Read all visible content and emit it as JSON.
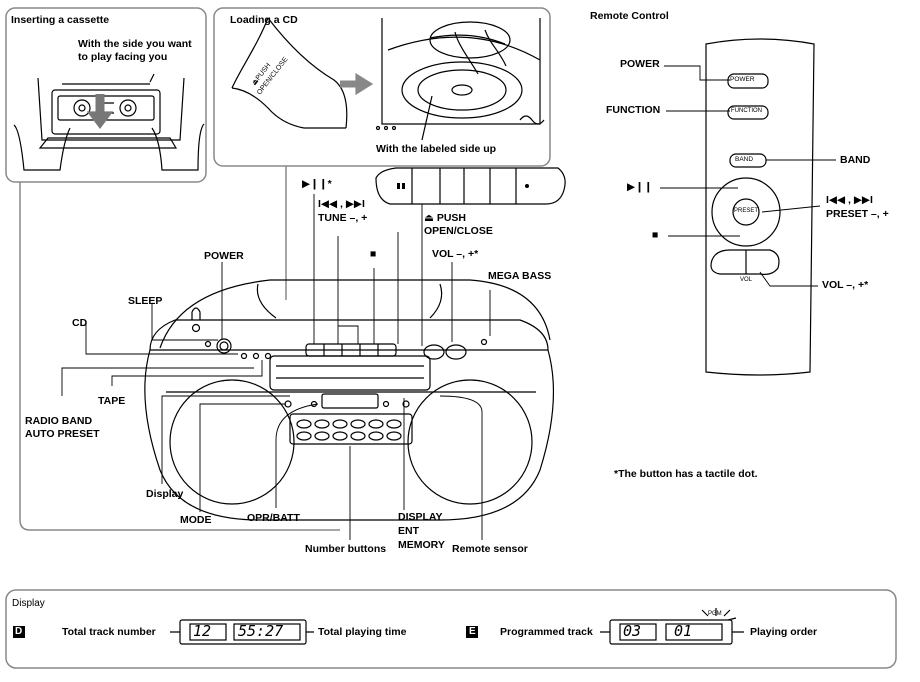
{
  "cassette": {
    "title": "Inserting a cassette",
    "line1": "With the side you want",
    "line2": "to play facing you"
  },
  "cd": {
    "title": "Loading a CD",
    "push": "⏏PUSH",
    "openclose": "OPEN/CLOSE",
    "note": "With the labeled side up"
  },
  "remote": {
    "title": "Remote Control",
    "power": "POWER",
    "function": "FUNCTION",
    "band": "BAND",
    "play": "▶❙❙",
    "skip": "I◀◀ , ▶▶I",
    "preset": "PRESET –, +",
    "stop": "■",
    "vol": "VOL –, +*",
    "btn_power": "POWER",
    "btn_function": "FUNCTION",
    "btn_band": "BAND",
    "btn_preset": "PRESET",
    "btn_vol": "VOL"
  },
  "player": {
    "power": "POWER",
    "sleep": "SLEEP",
    "cd": "CD",
    "tape": "TAPE",
    "radio_band": "RADIO BAND",
    "auto_preset": "AUTO PRESET",
    "display": "Display",
    "mode": "MODE",
    "opr": "OPR/BATT",
    "number_buttons": "Number buttons",
    "disp": "DISPLAY",
    "ent": "ENT",
    "memory": "MEMORY",
    "remote_sensor": "Remote sensor",
    "play": "▶❙❙*",
    "skip": "I◀◀ , ▶▶I",
    "tune": "TUNE –, +",
    "stop": "■",
    "push": "⏏ PUSH",
    "openclose": "OPEN/CLOSE",
    "vol": "VOL –, +*",
    "megabass": "MEGA BASS"
  },
  "footnote": "*The button has a tactile dot.",
  "displays": {
    "title": "Display",
    "d_letter": "D",
    "e_letter": "E",
    "total_track": "Total track number",
    "total_time": "Total playing time",
    "programmed": "Programmed track",
    "order": "Playing order",
    "d_digits1": "12",
    "d_digits2": "55:27",
    "e_digits1": "03",
    "e_digits2": "01",
    "pgm": "PGM"
  }
}
